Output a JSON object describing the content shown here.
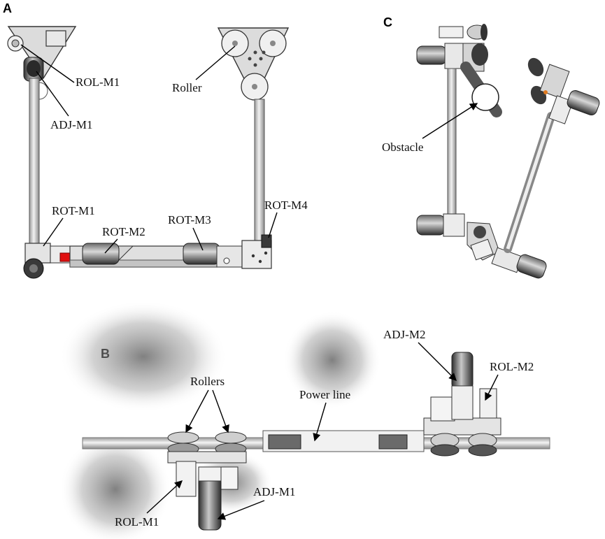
{
  "panels": {
    "a": {
      "letter": "A",
      "labels": {
        "rol_m1": "ROL-M1",
        "adj_m1": "ADJ-M1",
        "roller": "Roller",
        "rot_m1": "ROT-M1",
        "rot_m2": "ROT-M2",
        "rot_m3": "ROT-M3",
        "rot_m4": "ROT-M4"
      }
    },
    "b": {
      "letter": "B",
      "labels": {
        "adj_m2": "ADJ-M2",
        "rol_m2": "ROL-M2",
        "rollers": "Rollers",
        "power_line": "Power line",
        "rol_m1": "ROL-M1",
        "adj_m1": "ADJ-M1"
      }
    },
    "c": {
      "letter": "C",
      "labels": {
        "obstacle": "Obstacle"
      }
    }
  },
  "colors": {
    "metal_light": "#e8e8e8",
    "metal_mid": "#bdbdbd",
    "metal_dark": "#4a4a4a",
    "motor_dark": "#3a3a3a",
    "accent_red": "#e01010",
    "shadow": "#9a9a9a"
  }
}
